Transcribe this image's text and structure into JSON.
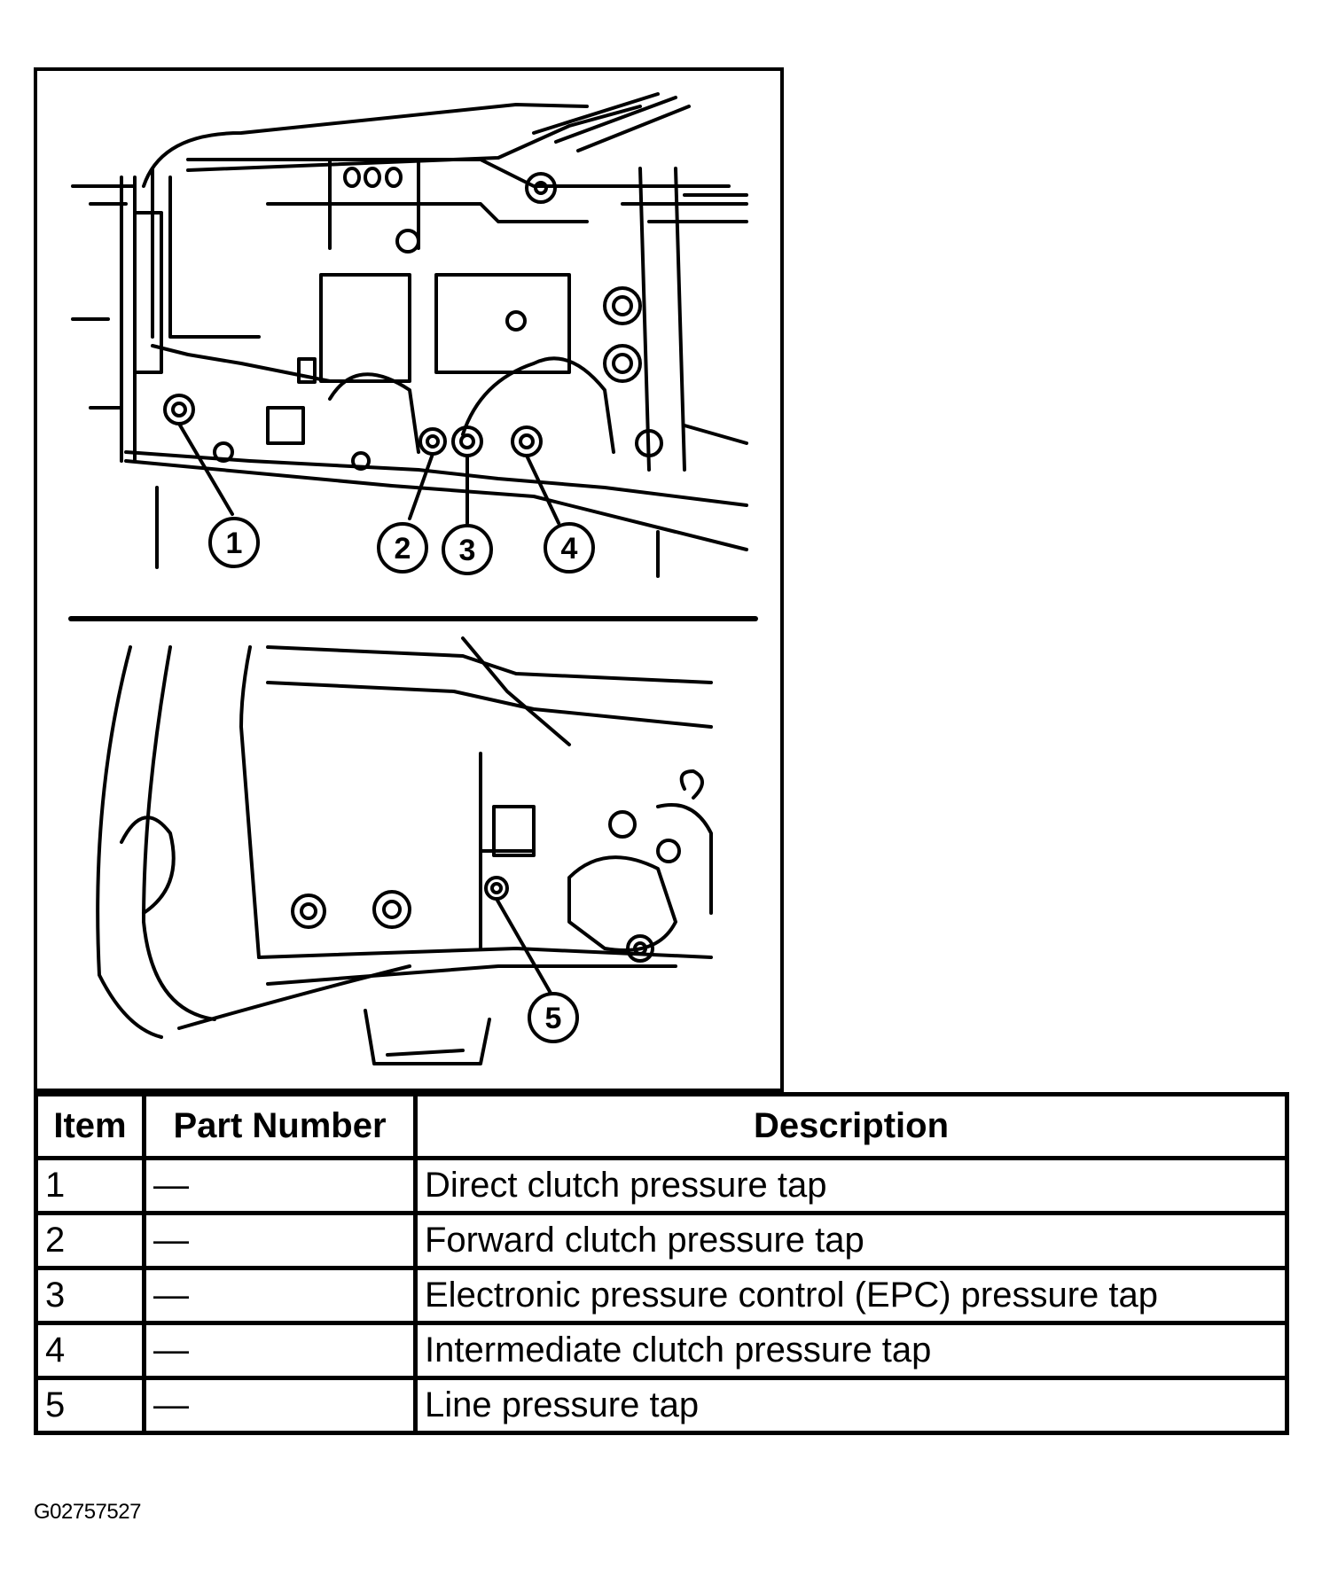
{
  "callouts": [
    "1",
    "2",
    "3",
    "4",
    "5"
  ],
  "table": {
    "headers": {
      "item": "Item",
      "part_number": "Part Number",
      "description": "Description"
    },
    "rows": [
      {
        "item": "1",
        "part_number": "—",
        "description": "Direct clutch pressure tap"
      },
      {
        "item": "2",
        "part_number": "—",
        "description": "Forward clutch pressure tap"
      },
      {
        "item": "3",
        "part_number": "—",
        "description": "Electronic pressure control (EPC) pressure tap"
      },
      {
        "item": "4",
        "part_number": "—",
        "description": "Intermediate clutch pressure tap"
      },
      {
        "item": "5",
        "part_number": "—",
        "description": "Line pressure tap"
      }
    ]
  },
  "figure_code": "G02757527"
}
